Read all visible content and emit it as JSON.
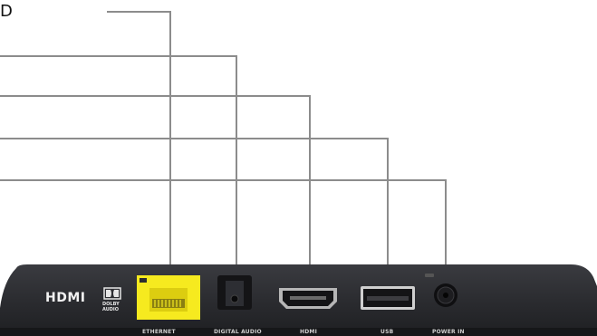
{
  "callout": {
    "letter": "D"
  },
  "device": {
    "hdmi_logo": "HDMI",
    "dolby_line1": "DOLBY",
    "dolby_line2": "AUDIO",
    "ports": [
      {
        "id": "ethernet",
        "label": "ETHERNET"
      },
      {
        "id": "digital-audio",
        "label": "DIGITAL AUDIO"
      },
      {
        "id": "hdmi",
        "label": "HDMI"
      },
      {
        "id": "usb",
        "label": "USB"
      },
      {
        "id": "power-in",
        "label": "POWER IN"
      }
    ]
  },
  "colors": {
    "leader_line": "#8c8c8c",
    "device_body": "#2b2c30",
    "ethernet_highlight": "#f6ea1f"
  }
}
